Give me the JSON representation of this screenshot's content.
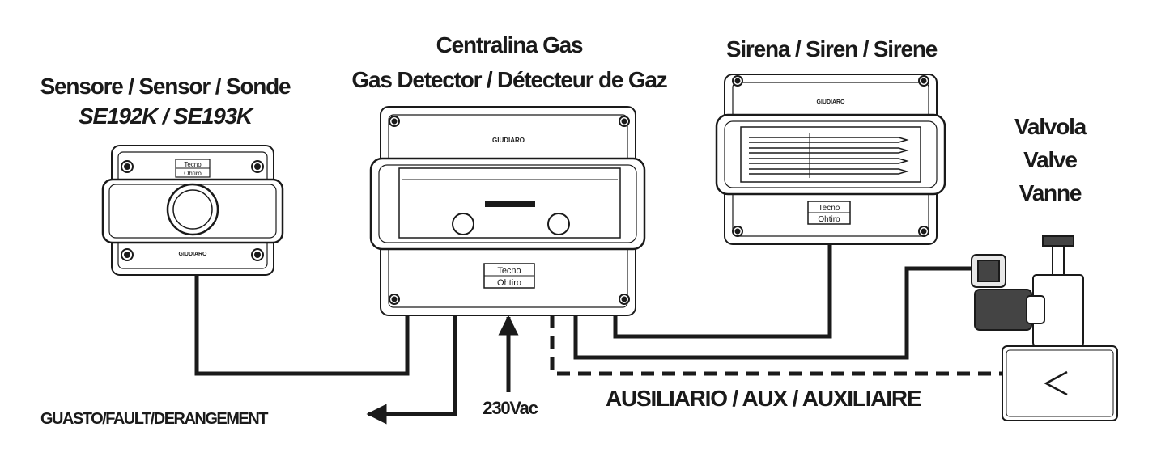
{
  "labels": {
    "sensor_line1": "Sensore / Sensor / Sonde",
    "sensor_line2": "SE192K / SE193K",
    "detector_line1": "Centralina Gas",
    "detector_line2": "Gas Detector / Détecteur de Gaz",
    "siren": "Sirena / Siren / Sirene",
    "valve_line1": "Valvola",
    "valve_line2": "Valve",
    "valve_line3": "Vanne",
    "fault": "GUASTO/FAULT/DERANGEMENT",
    "power": "230Vac",
    "aux": "AUSILIARIO / AUX / AUXILIAIRE"
  },
  "device_marks": {
    "brand": "GIUDIARO",
    "logo_line1": "Tecno",
    "logo_line2": "Ohtiro"
  },
  "colors": {
    "line": "#1a1a1a",
    "device_fill": "#ffffff",
    "solenoid": "#444444"
  }
}
